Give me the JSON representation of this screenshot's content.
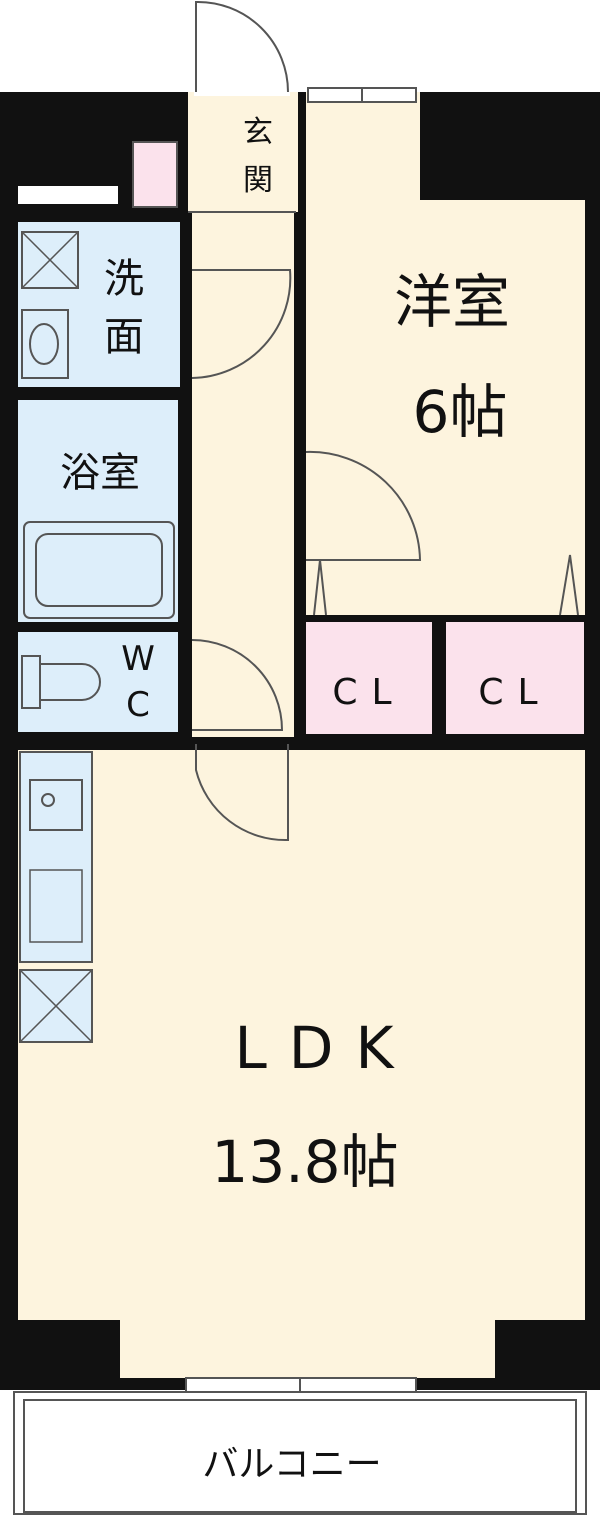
{
  "rooms": {
    "entrance": {
      "line1": "玄",
      "line2": "関"
    },
    "western_room": {
      "name": "洋室",
      "size": "6帖"
    },
    "washroom": {
      "line1": "洗",
      "line2": "面"
    },
    "bathroom": {
      "name": "浴室"
    },
    "toilet": {
      "line1": "W",
      "line2": "C"
    },
    "closet_left": {
      "name": "CL"
    },
    "closet_right": {
      "name": "CL"
    },
    "ldk": {
      "name": "LDK",
      "size": "13.8帖"
    },
    "balcony": {
      "name": "バルコニー"
    }
  },
  "colors": {
    "floor": "#fdf4de",
    "wet_area": "#ddeefa",
    "closet": "#fbe2ec",
    "wall": "#111111",
    "line": "#555555"
  }
}
